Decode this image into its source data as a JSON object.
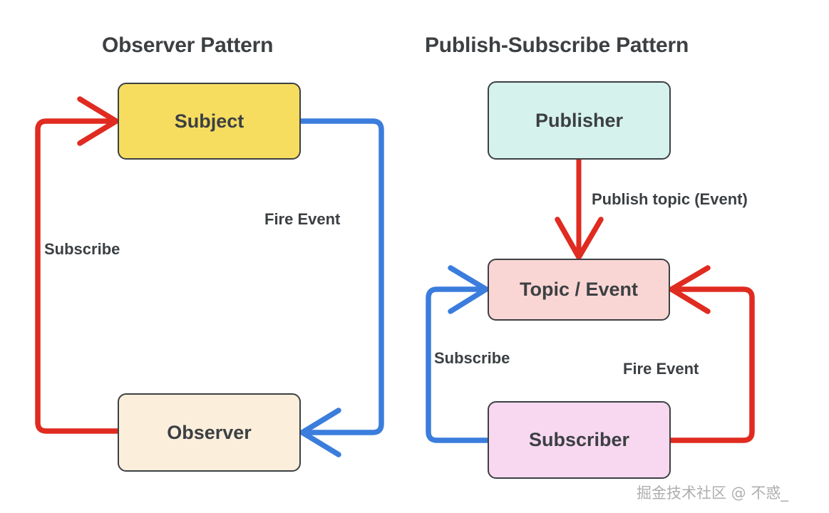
{
  "diagram": {
    "type": "comparison-flow-diagram",
    "background_color": "#ffffff",
    "panels": [
      {
        "id": "observer",
        "title": "Observer Pattern",
        "nodes": [
          {
            "id": "subject",
            "label": "Subject",
            "fill": "#f6dd5f",
            "stroke": "#3c4043"
          },
          {
            "id": "observer",
            "label": "Observer",
            "fill": "#fbefdc",
            "stroke": "#3c4043"
          }
        ],
        "edges": [
          {
            "id": "observer-subscribe",
            "label": "Subscribe",
            "color": "#e02b20",
            "from": "observer",
            "to": "subject"
          },
          {
            "id": "observer-fire-event",
            "label": "Fire Event",
            "color": "#3b7ddd",
            "from": "subject",
            "to": "observer"
          }
        ]
      },
      {
        "id": "pubsub",
        "title": "Publish-Subscribe Pattern",
        "nodes": [
          {
            "id": "publisher",
            "label": "Publisher",
            "fill": "#d6f2ec",
            "stroke": "#3c4043"
          },
          {
            "id": "topic",
            "label": "Topic / Event",
            "fill": "#f9d6d4",
            "stroke": "#3c4043"
          },
          {
            "id": "subscriber",
            "label": "Subscriber",
            "fill": "#f7d8f0",
            "stroke": "#3c4043"
          }
        ],
        "edges": [
          {
            "id": "pubsub-publish",
            "label": "Publish topic (Event)",
            "color": "#e02b20",
            "from": "publisher",
            "to": "topic"
          },
          {
            "id": "pubsub-subscribe",
            "label": "Subscribe",
            "color": "#3b7ddd",
            "from": "subscriber",
            "to": "topic"
          },
          {
            "id": "pubsub-fire-event",
            "label": "Fire Event",
            "color": "#e02b20",
            "from": "subscriber",
            "to": "topic"
          }
        ]
      }
    ]
  },
  "titles": {
    "observer": "Observer Pattern",
    "pubsub": "Publish-Subscribe Pattern"
  },
  "nodes": {
    "subject": "Subject",
    "observer": "Observer",
    "publisher": "Publisher",
    "topic": "Topic / Event",
    "subscriber": "Subscriber"
  },
  "labels": {
    "subscribe_left": "Subscribe",
    "fire_event_left": "Fire Event",
    "publish_topic": "Publish topic (Event)",
    "subscribe_right": "Subscribe",
    "fire_event_right": "Fire Event"
  },
  "watermark": "掘金技术社区 @ 不惑_",
  "colors": {
    "red_arrow": "#e02b20",
    "blue_arrow": "#3b7ddd",
    "text": "#3c4043",
    "node_stroke": "#3c4043",
    "subject_fill": "#f6dd5f",
    "observer_fill": "#fbefdc",
    "publisher_fill": "#d6f2ec",
    "topic_fill": "#f9d6d4",
    "subscriber_fill": "#f7d8f0",
    "watermark": "#aeaeae"
  }
}
